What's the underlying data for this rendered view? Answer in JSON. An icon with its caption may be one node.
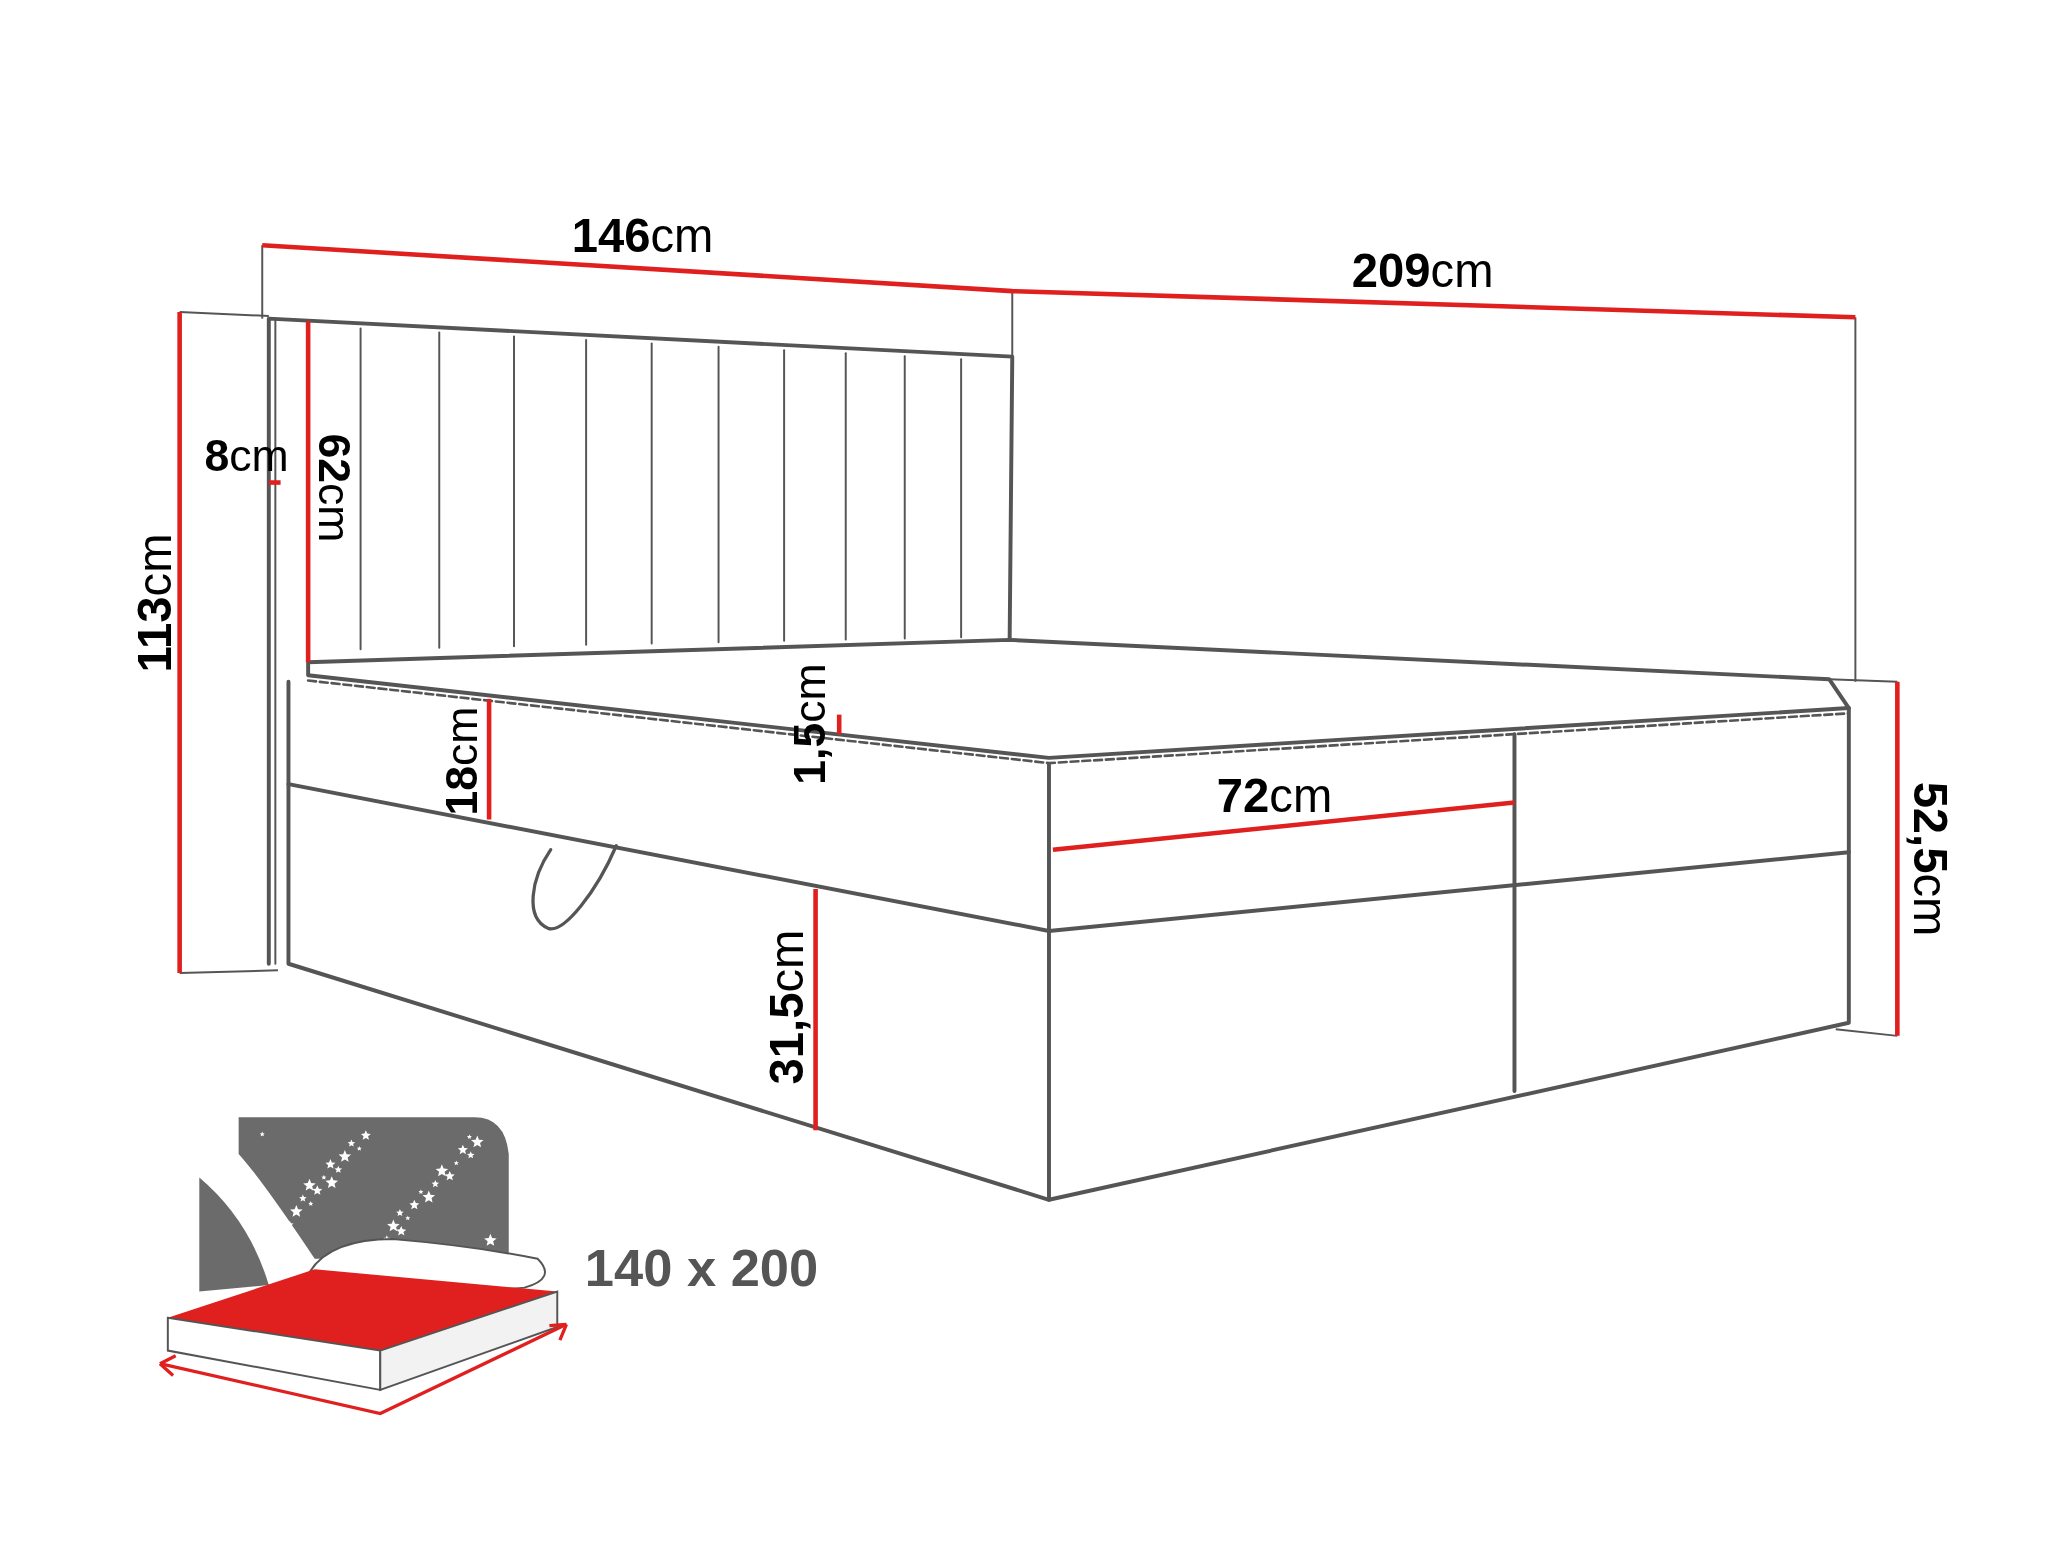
{
  "diagram": {
    "labels": [
      "**146**cm",
      "**209**cm",
      "**8**cm",
      "**62**cm",
      "**113**cm",
      "**1,5**cm",
      "**18**cm",
      "**72**cm",
      "**52,5**cm",
      "**31,5**cm",
      "140 x 200"
    ]
  }
}
